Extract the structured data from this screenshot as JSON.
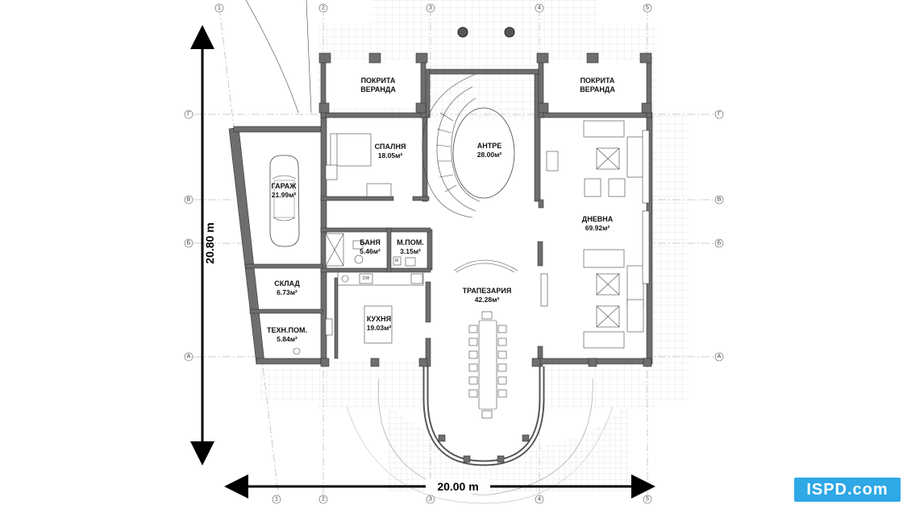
{
  "rooms": [
    {
      "id": "veranda_left",
      "name": "ПОКРИТА\nВЕРАНДА",
      "area": ""
    },
    {
      "id": "veranda_right",
      "name": "ПОКРИТА\nВЕРАНДА",
      "area": ""
    },
    {
      "id": "bedroom",
      "name": "СПАЛНЯ",
      "area": "18.05м²"
    },
    {
      "id": "hall",
      "name": "АНТРЕ",
      "area": "28.00м²"
    },
    {
      "id": "garage",
      "name": "ГАРАЖ",
      "area": "21.99м²"
    },
    {
      "id": "bath",
      "name": "БАНЯ",
      "area": "5.46м²"
    },
    {
      "id": "wc",
      "name": "М.ПОМ.",
      "area": "3.15м²"
    },
    {
      "id": "living",
      "name": "ДНЕВНА",
      "area": "69.92м²"
    },
    {
      "id": "storage",
      "name": "СКЛАД",
      "area": "6.73м²"
    },
    {
      "id": "dining",
      "name": "ТРАПЕЗАРИЯ",
      "area": "42.28м²"
    },
    {
      "id": "kitchen",
      "name": "КУХНЯ",
      "area": "19.03м²"
    },
    {
      "id": "tech",
      "name": "ТЕХН.ПОМ.",
      "area": "5.84м²"
    }
  ],
  "dimensions": {
    "width": "20.00 m",
    "height": "20.80 m"
  },
  "axes": {
    "columns": [
      "1",
      "2",
      "3",
      "4",
      "5"
    ],
    "rows": [
      "Г",
      "В",
      "Б",
      "А"
    ]
  },
  "appliances": {
    "dishwasher": "DW",
    "washer": "M"
  },
  "logo": {
    "text": "ISPD.com"
  },
  "colors": {
    "wall": "#6e6e6e",
    "logo": "#2fa8e6",
    "terrace_grid": "#d8d8d8"
  }
}
